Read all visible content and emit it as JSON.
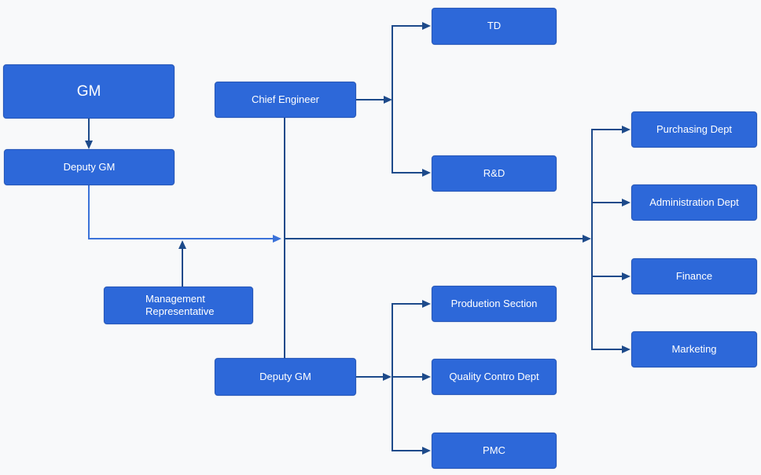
{
  "diagram": {
    "title": "Organization chart",
    "colors": {
      "background": "#f8f9fa",
      "node_fill": "#2d68d9",
      "node_border": "#2456b8",
      "node_text": "#ffffff",
      "connector_dark": "#1d4a8a",
      "connector_light": "#3b72d9"
    },
    "nodes": [
      {
        "id": "gm",
        "label": "GM"
      },
      {
        "id": "deputy-gm-top",
        "label": "Deputy GM"
      },
      {
        "id": "chief-engineer",
        "label": "Chief Engineer"
      },
      {
        "id": "td",
        "label": "TD"
      },
      {
        "id": "r-and-d",
        "label": "R&D"
      },
      {
        "id": "management-representative",
        "label": "Management Representative"
      },
      {
        "id": "deputy-gm-bottom",
        "label": "Deputy GM"
      },
      {
        "id": "production-section",
        "label": "Produetion Section"
      },
      {
        "id": "quality-control-dept",
        "label": "Quality Contro Dept"
      },
      {
        "id": "pmc",
        "label": "PMC"
      },
      {
        "id": "purchasing-dept",
        "label": "Purchasing Dept"
      },
      {
        "id": "administration-dept",
        "label": "Administration Dept"
      },
      {
        "id": "finance",
        "label": "Finance"
      },
      {
        "id": "marketing",
        "label": "Marketing"
      }
    ],
    "edges": [
      {
        "from": "gm",
        "to": "deputy-gm-top",
        "arrow": true
      },
      {
        "from": "deputy-gm-top",
        "to": "main-horizontal-junction",
        "arrow": true,
        "color": "light"
      },
      {
        "from": "management-representative",
        "to": "main-horizontal-line",
        "arrow": true
      },
      {
        "from": "chief-engineer",
        "to": "td",
        "arrow": true
      },
      {
        "from": "chief-engineer",
        "to": "r-and-d",
        "arrow": true
      },
      {
        "from": "chief-engineer",
        "to": "deputy-gm-bottom",
        "arrow": false
      },
      {
        "from": "main-horizontal-line",
        "to": "purchasing-dept",
        "arrow": true
      },
      {
        "from": "main-horizontal-line",
        "to": "administration-dept",
        "arrow": true
      },
      {
        "from": "main-horizontal-line",
        "to": "finance",
        "arrow": true
      },
      {
        "from": "main-horizontal-line",
        "to": "marketing",
        "arrow": true
      },
      {
        "from": "deputy-gm-bottom",
        "to": "production-section",
        "arrow": true
      },
      {
        "from": "deputy-gm-bottom",
        "to": "quality-control-dept",
        "arrow": true
      },
      {
        "from": "deputy-gm-bottom",
        "to": "pmc",
        "arrow": true
      }
    ]
  }
}
